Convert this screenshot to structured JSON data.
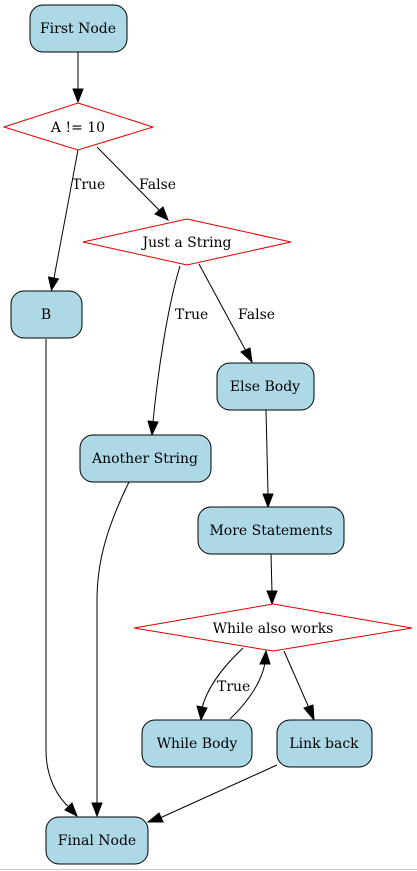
{
  "diagram": {
    "nodes": {
      "first_node": "First Node",
      "cond_a": "A != 10",
      "b": "B",
      "just_a_string": "Just a String",
      "else_body": "Else Body",
      "another_string": "Another String",
      "more_statements": "More Statements",
      "while_also_works": "While also works",
      "while_body": "While Body",
      "link_back": "Link back",
      "final_node": "Final Node"
    },
    "edge_labels": {
      "a_true": "True",
      "a_false": "False",
      "s_true": "True",
      "s_false": "False",
      "while_true": "True"
    }
  },
  "colors": {
    "process_fill": "#add8e6",
    "decision_stroke": "#e00000"
  }
}
